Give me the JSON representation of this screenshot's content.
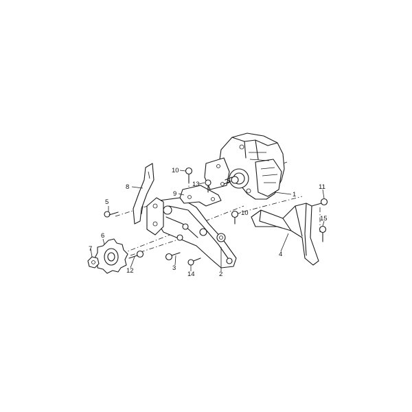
{
  "callouts": [
    {
      "id": "1",
      "label": "1"
    },
    {
      "id": "2",
      "label": "2"
    },
    {
      "id": "3",
      "label": "3"
    },
    {
      "id": "4",
      "label": "4"
    },
    {
      "id": "5",
      "label": "5"
    },
    {
      "id": "6",
      "label": "6"
    },
    {
      "id": "7",
      "label": "7"
    },
    {
      "id": "8",
      "label": "8"
    },
    {
      "id": "9",
      "label": "9"
    },
    {
      "id": "10a",
      "label": "10"
    },
    {
      "id": "10b",
      "label": "10"
    },
    {
      "id": "11",
      "label": "11"
    },
    {
      "id": "12",
      "label": "12"
    },
    {
      "id": "13",
      "label": "13"
    },
    {
      "id": "14",
      "label": "14"
    },
    {
      "id": "15",
      "label": "15"
    }
  ]
}
